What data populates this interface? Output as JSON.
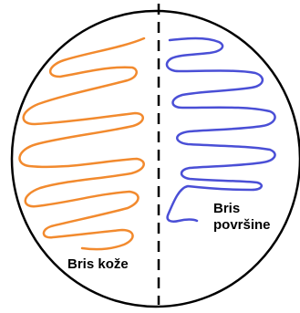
{
  "colors": {
    "outline": "#000000",
    "left_streak": "#F28A2E",
    "right_streak": "#4A4FD6",
    "background": "#FFFFFF"
  },
  "labels": {
    "left": "Bris kože",
    "right_line1": "Bris",
    "right_line2": "površine"
  }
}
